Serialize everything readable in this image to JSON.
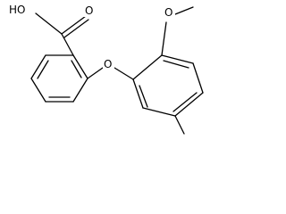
{
  "structure": {
    "atoms": {
      "hydroxyl_oxygen": "HO",
      "carbonyl_oxygen": "O",
      "ether_oxygen": "O",
      "methoxy_oxygen": "O"
    }
  },
  "colors": {
    "bond": "#000000",
    "label": "#000000",
    "background": "#ffffff"
  }
}
